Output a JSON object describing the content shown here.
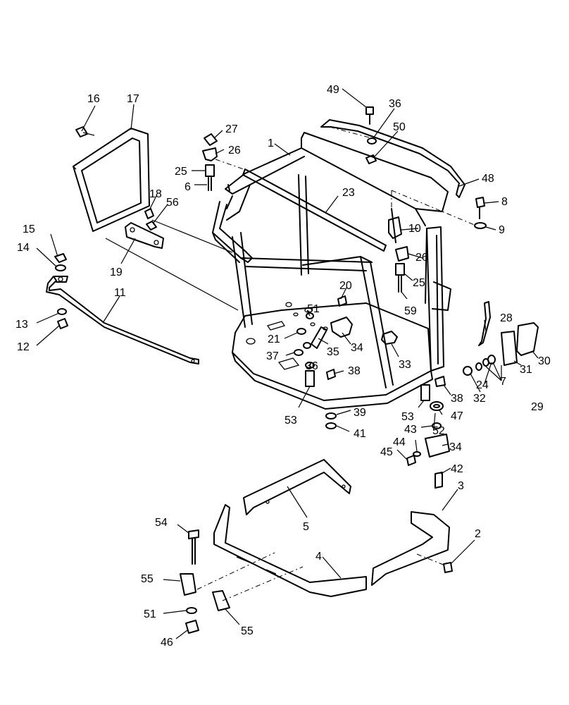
{
  "labels": [
    {
      "key": "l16",
      "text": "16"
    },
    {
      "key": "l17",
      "text": "17"
    },
    {
      "key": "l49",
      "text": "49"
    },
    {
      "key": "l36a",
      "text": "36"
    },
    {
      "key": "l50",
      "text": "50"
    },
    {
      "key": "l27",
      "text": "27"
    },
    {
      "key": "l26a",
      "text": "26"
    },
    {
      "key": "l25a",
      "text": "25"
    },
    {
      "key": "l6",
      "text": "6"
    },
    {
      "key": "l1",
      "text": "1"
    },
    {
      "key": "l18",
      "text": "18"
    },
    {
      "key": "l56",
      "text": "56"
    },
    {
      "key": "l48",
      "text": "48"
    },
    {
      "key": "l8",
      "text": "8"
    },
    {
      "key": "l9",
      "text": "9"
    },
    {
      "key": "l23",
      "text": "23"
    },
    {
      "key": "l10",
      "text": "10"
    },
    {
      "key": "l15",
      "text": "15"
    },
    {
      "key": "l14",
      "text": "14"
    },
    {
      "key": "l19",
      "text": "19"
    },
    {
      "key": "l26b",
      "text": "26"
    },
    {
      "key": "l25b",
      "text": "25"
    },
    {
      "key": "l11",
      "text": "11"
    },
    {
      "key": "l20",
      "text": "20"
    },
    {
      "key": "l59",
      "text": "59"
    },
    {
      "key": "l28",
      "text": "28"
    },
    {
      "key": "l13",
      "text": "13"
    },
    {
      "key": "l12",
      "text": "12"
    },
    {
      "key": "l51a",
      "text": "51"
    },
    {
      "key": "l21",
      "text": "21"
    },
    {
      "key": "l37",
      "text": "37"
    },
    {
      "key": "l35",
      "text": "35"
    },
    {
      "key": "l34a",
      "text": "34"
    },
    {
      "key": "l33",
      "text": "33"
    },
    {
      "key": "l36b",
      "text": "36"
    },
    {
      "key": "l38a",
      "text": "38"
    },
    {
      "key": "l30",
      "text": "30"
    },
    {
      "key": "l31",
      "text": "31"
    },
    {
      "key": "l24",
      "text": "24"
    },
    {
      "key": "l7",
      "text": "7"
    },
    {
      "key": "l32",
      "text": "32"
    },
    {
      "key": "l29",
      "text": "29"
    },
    {
      "key": "l38b",
      "text": "38"
    },
    {
      "key": "l47",
      "text": "47"
    },
    {
      "key": "l53a",
      "text": "53"
    },
    {
      "key": "l39",
      "text": "39"
    },
    {
      "key": "l53b",
      "text": "53"
    },
    {
      "key": "l41",
      "text": "41"
    },
    {
      "key": "l43",
      "text": "43"
    },
    {
      "key": "l52",
      "text": "52"
    },
    {
      "key": "l44",
      "text": "44"
    },
    {
      "key": "l34b",
      "text": "34"
    },
    {
      "key": "l45",
      "text": "45"
    },
    {
      "key": "l42",
      "text": "42"
    },
    {
      "key": "l3",
      "text": "3"
    },
    {
      "key": "l5",
      "text": "5"
    },
    {
      "key": "l54",
      "text": "54"
    },
    {
      "key": "l2",
      "text": "2"
    },
    {
      "key": "l4",
      "text": "4"
    },
    {
      "key": "l55a",
      "text": "55"
    },
    {
      "key": "l51b",
      "text": "51"
    },
    {
      "key": "l55b",
      "text": "55"
    },
    {
      "key": "l46",
      "text": "46"
    }
  ]
}
